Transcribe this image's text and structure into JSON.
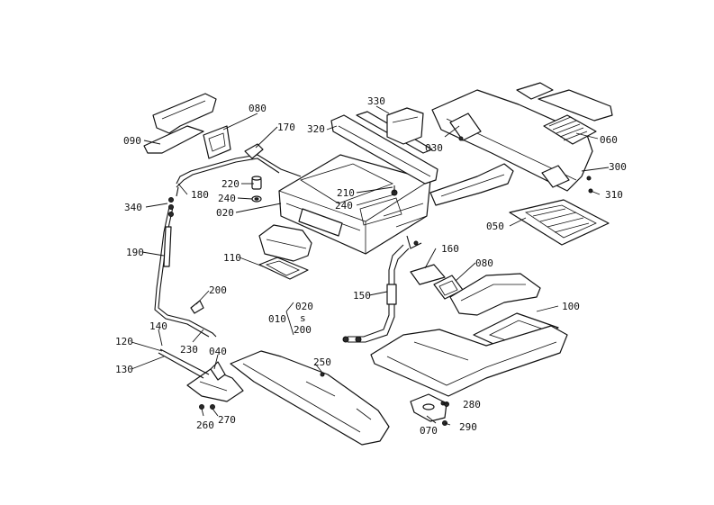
{
  "callouts": {
    "c010": "010",
    "c020a": "020",
    "c020b": "020",
    "c020_range_top": "020",
    "c020_range_mid": "s",
    "c020_range_bot": "200",
    "c030": "030",
    "c040": "040",
    "c050": "050",
    "c060": "060",
    "c070": "070",
    "c080a": "080",
    "c080b": "080",
    "c090": "090",
    "c100": "100",
    "c110": "110",
    "c120": "120",
    "c130": "130",
    "c140": "140",
    "c150": "150",
    "c160": "160",
    "c170": "170",
    "c180": "180",
    "c190": "190",
    "c200": "200",
    "c210": "210",
    "c220": "220",
    "c230": "230",
    "c240a": "240",
    "c240b": "240",
    "c250": "250",
    "c260": "260",
    "c270": "270",
    "c280": "280",
    "c290": "290",
    "c300": "300",
    "c310": "310",
    "c320": "320",
    "c330": "330",
    "c340": "340"
  }
}
